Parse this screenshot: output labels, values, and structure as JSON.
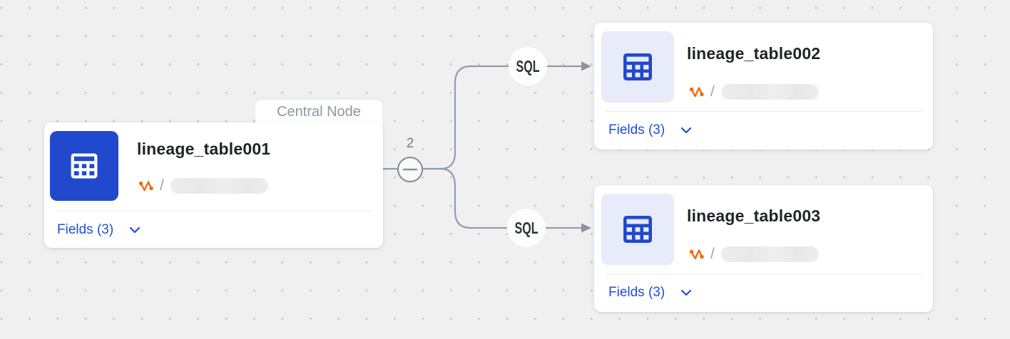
{
  "central_tag": {
    "label": "Central Node"
  },
  "nodes": {
    "central": {
      "title": "lineage_table001",
      "separator": "/",
      "fields_label": "Fields (3)"
    },
    "top": {
      "title": "lineage_table002",
      "separator": "/",
      "fields_label": "Fields (3)"
    },
    "bottom": {
      "title": "lineage_table003",
      "separator": "/",
      "fields_label": "Fields (3)"
    }
  },
  "edges": {
    "collapse_count": "2",
    "top_label": "SQL",
    "bottom_label": "SQL"
  },
  "icons": {
    "node_type": "table-icon",
    "source_type": "lineage-branch-icon",
    "fields_toggle": "chevron-down-icon",
    "collapse": "minus-icon",
    "arrow": "arrowhead-icon"
  },
  "colors": {
    "canvas_bg": "#f0f0f1",
    "dot_grid": "#c6c8cb",
    "accent_blue": "#1d4fd3",
    "icon_blue": "#2149cd",
    "icon_blue_light": "#e7ebfa",
    "lineage_orange": "#f2690d",
    "edge_gray": "#969ca6",
    "title_text": "#1f2329",
    "muted_text": "#8e97a3"
  }
}
